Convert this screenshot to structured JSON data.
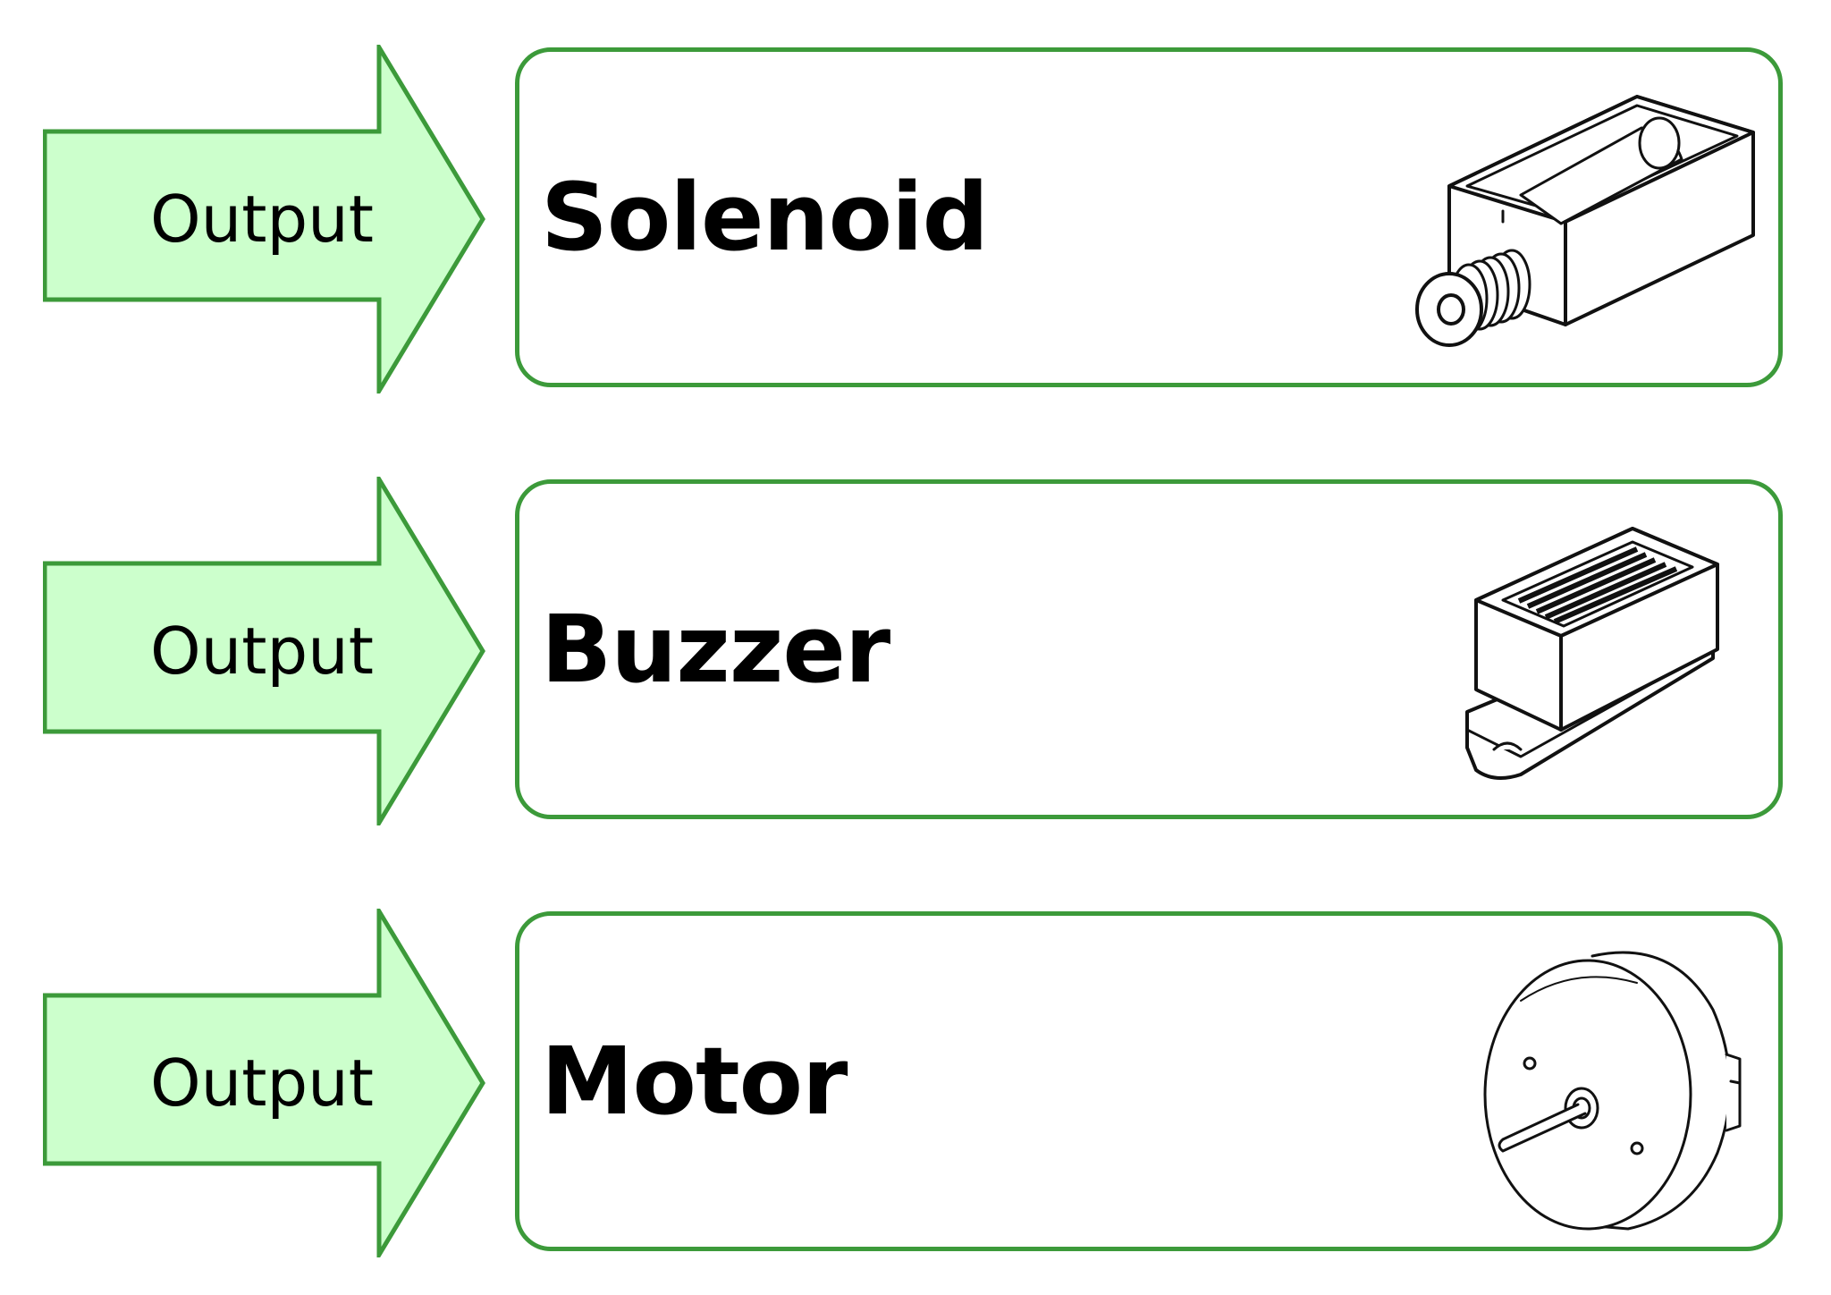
{
  "rows": [
    {
      "arrow_label": "Output",
      "title": "Solenoid",
      "illustration": "solenoid-icon"
    },
    {
      "arrow_label": "Output",
      "title": "Buzzer",
      "illustration": "buzzer-icon"
    },
    {
      "arrow_label": "Output",
      "title": "Motor",
      "illustration": "motor-icon"
    }
  ],
  "colors": {
    "arrow_fill": "#ccffcc",
    "border": "#3c9a3a",
    "text": "#000000"
  }
}
